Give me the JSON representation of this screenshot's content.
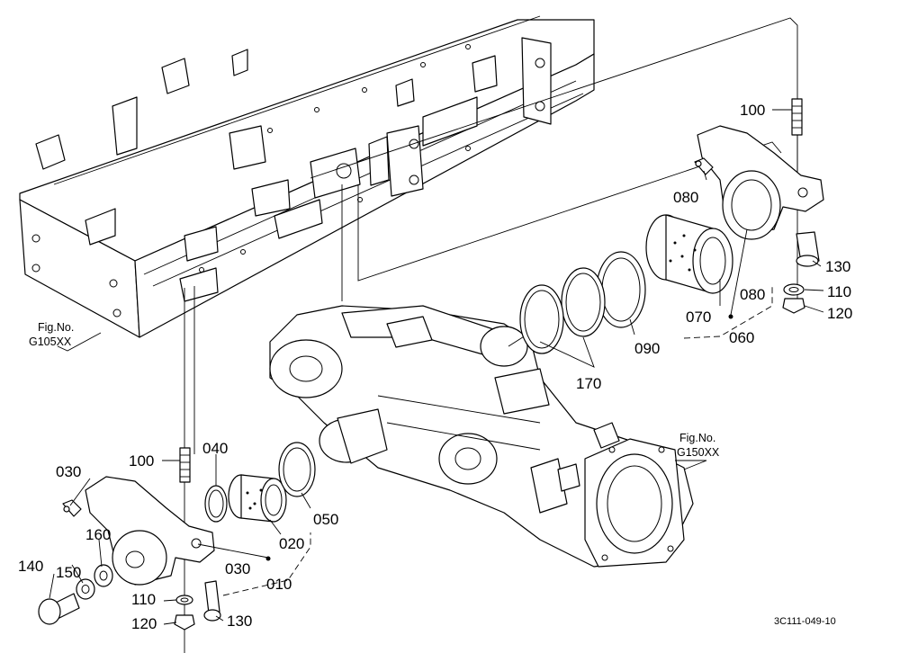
{
  "drawing_code": "3C111-049-10",
  "figure_references": [
    {
      "id": "frame",
      "line1": "Fig.No.",
      "line2": "G105XX"
    },
    {
      "id": "axle",
      "line1": "Fig.No.",
      "line2": "G150XX"
    }
  ],
  "callouts": {
    "c100_top": "100",
    "c080_grease": "080",
    "c130_right": "130",
    "c110_right": "110",
    "c120_right": "120",
    "c080_bracket": "080",
    "c070": "070",
    "c060": "060",
    "c090": "090",
    "c170": "170",
    "c030_grease": "030",
    "c100_left": "100",
    "c040": "040",
    "c050": "050",
    "c020": "020",
    "c160": "160",
    "c150": "150",
    "c140": "140",
    "c030_bracket": "030",
    "c010": "010",
    "c110_left": "110",
    "c120_left": "120",
    "c130_left": "130"
  }
}
